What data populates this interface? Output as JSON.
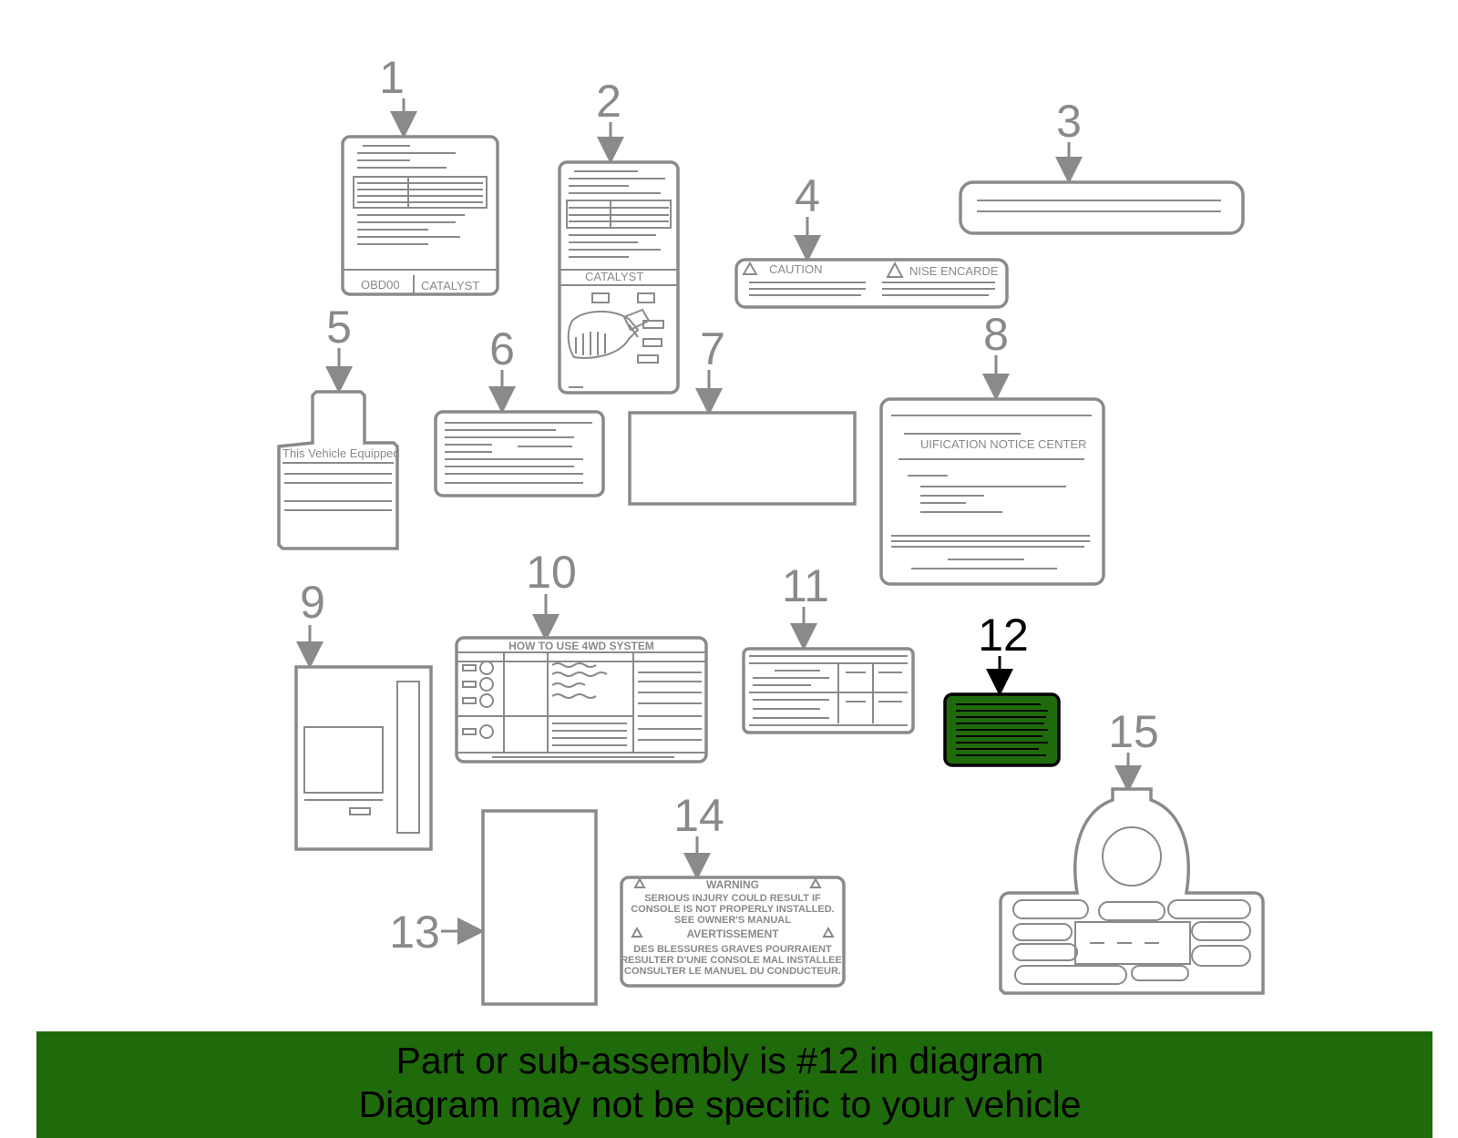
{
  "callouts": [
    "1",
    "2",
    "3",
    "4",
    "5",
    "6",
    "7",
    "8",
    "9",
    "10",
    "11",
    "12",
    "13",
    "14",
    "15"
  ],
  "highlight": {
    "part": "12",
    "fill_color": "#1f6b0c"
  },
  "label_text": {
    "p1_catalyst": "CATALYST",
    "p1_code": "OBD00",
    "p2_catalyst": "CATALYST",
    "p4_caution": "CAUTION",
    "p4_attention": "NISE ENCARDE",
    "p5_line": "This Vehicle Equipped",
    "p8_line1": "UIFICATION NOTICE CENTER",
    "p10_title": "HOW TO USE 4WD SYSTEM",
    "p14_warning": "WARNING",
    "p14_w1": "SERIOUS INJURY COULD RESULT IF",
    "p14_w2": "CONSOLE IS NOT PROPERLY INSTALLED.",
    "p14_w3": "SEE OWNER'S MANUAL",
    "p14_avert": "AVERTISSEMENT",
    "p14_a1": "DES BLESSURES GRAVES POURRAIENT",
    "p14_a2": "RESULTER D'UNE CONSOLE MAL INSTALLEE.",
    "p14_a3": "CONSULTER LE MANUEL DU CONDUCTEUR."
  },
  "banner": {
    "background": "#1f6b0c",
    "line1": "Part or sub-assembly is #12 in diagram",
    "line2": "Diagram may not be specific to your vehicle"
  }
}
